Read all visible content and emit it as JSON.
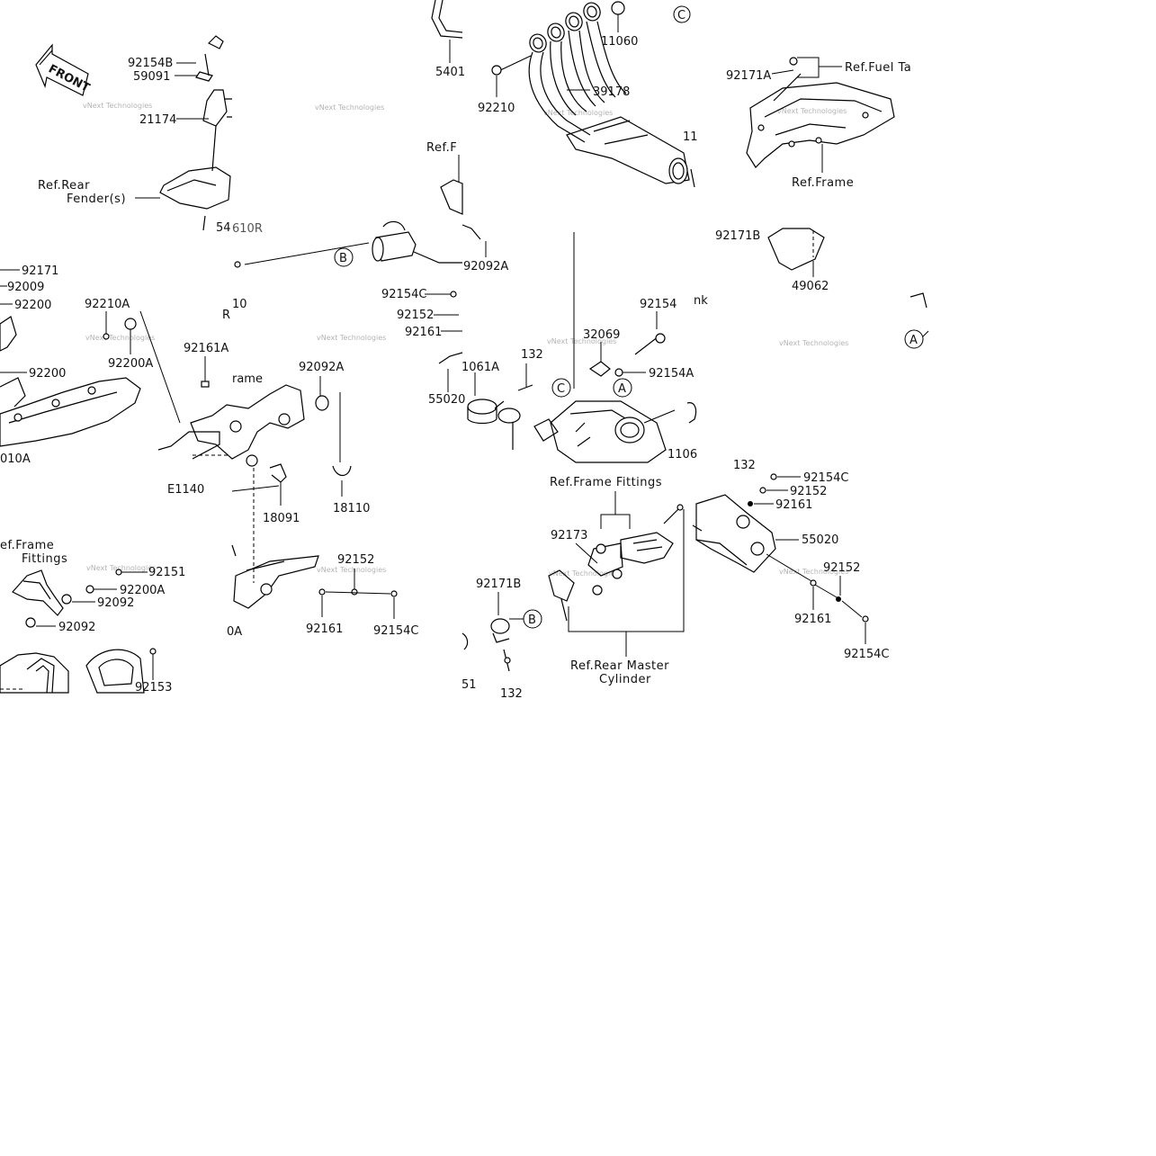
{
  "panel_top_left": {
    "front": "FRONT",
    "labels": [
      "92154B",
      "59091",
      "21174",
      "54",
      "92171",
      "92009",
      "92200",
      "92210A",
      "92200A",
      "92200",
      "010A"
    ],
    "ref_rear_fender": [
      "Ref.Rear",
      "Fender(s)"
    ]
  },
  "panel_top_center": {
    "labels": [
      "5401",
      "92092A",
      "92154C",
      "92152",
      "92161",
      "55020",
      "1061A",
      "132",
      "10",
      "R"
    ],
    "ref_f": "Ref.F",
    "marker_b": "B",
    "cut": "610R"
  },
  "panel_top_right_exhaust": {
    "labels": [
      "11060",
      "92210",
      "39178",
      "32069",
      "92154",
      "92154A",
      "11",
      "1106"
    ],
    "marker_c": "C",
    "marker_a": "A"
  },
  "panel_far_right": {
    "labels": [
      "92171A",
      "92171B",
      "49062"
    ],
    "ref_fuel_tank": "Ref.Fuel Ta",
    "ref_frame": "Ref.Frame",
    "nk": "nk",
    "marker_a": "A"
  },
  "panel_middle_left": {
    "labels": [
      "92161A",
      "92092A",
      "18110",
      "18091",
      "E1140"
    ],
    "frame_text": "rame"
  },
  "panel_bottom_left": {
    "ref_frame_fittings": [
      "ef.Frame",
      "Fittings"
    ],
    "labels": [
      "92151",
      "92200A",
      "92092",
      "92092",
      "92153"
    ]
  },
  "panel_bottom_center_left": {
    "labels": [
      "92152",
      "92161",
      "92154C"
    ],
    "cut": "0A"
  },
  "panel_bottom_center": {
    "ref_frame_fittings": "Ref.Frame Fittings",
    "labels": [
      "92173",
      "92171B",
      "132",
      "51"
    ],
    "marker_b": "B",
    "ref_rear_master_cylinder": [
      "Ref.Rear Master",
      "Cylinder"
    ]
  },
  "panel_bottom_right": {
    "labels": [
      "132",
      "92154C",
      "92152",
      "92161",
      "55020",
      "92152",
      "92161",
      "92154C"
    ]
  },
  "watermark": "vNext Technologies"
}
